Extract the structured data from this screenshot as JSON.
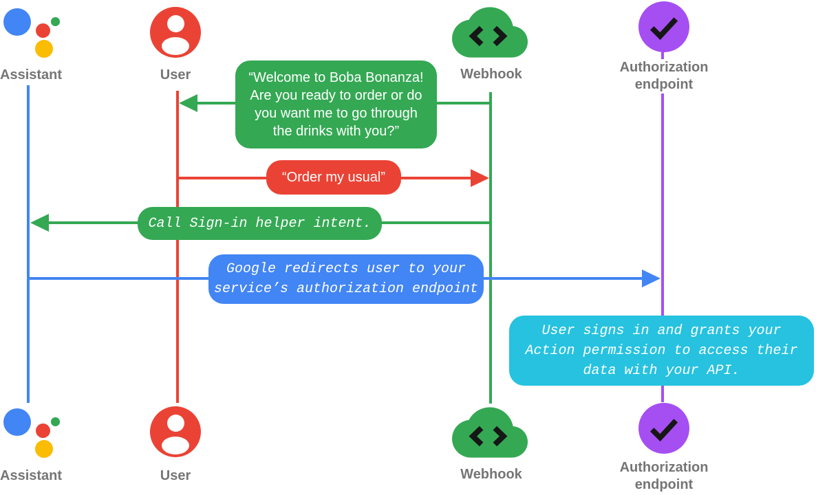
{
  "diagram_type": "sequence-diagram",
  "actors": [
    {
      "id": "assistant",
      "label": "Assistant",
      "color": "#4285F4",
      "icon": "google-assistant-logo"
    },
    {
      "id": "user",
      "label": "User",
      "color": "#EA4335",
      "icon": "person-circle"
    },
    {
      "id": "webhook",
      "label": "Webhook",
      "color": "#34A853",
      "icon": "cloud-code"
    },
    {
      "id": "auth",
      "label": "Authorization\nendpoint",
      "color": "#A54FF2",
      "icon": "check-circle"
    }
  ],
  "messages": [
    {
      "from": "webhook",
      "to": "user",
      "color": "#34A853",
      "style": "speech",
      "text": "“Welcome to Boba Bonanza!\nAre you ready to order or do\nyou want me to go through\nthe drinks with you?”"
    },
    {
      "from": "user",
      "to": "webhook",
      "color": "#EA4335",
      "style": "speech",
      "text": "“Order my usual”"
    },
    {
      "from": "webhook",
      "to": "assistant",
      "color": "#34A853",
      "style": "code",
      "text": "Call Sign-in helper intent."
    },
    {
      "from": "assistant",
      "to": "auth",
      "color": "#4285F4",
      "style": "code",
      "text": "Google redirects user to your\nservice’s authorization endpoint"
    },
    {
      "at": "auth",
      "color": "#26C2E0",
      "style": "code",
      "note": true,
      "text": "User signs in and grants your\nAction permission to access their\ndata with your API."
    }
  ],
  "colors": {
    "blue": "#4285F4",
    "red": "#EA4335",
    "green": "#34A853",
    "yellow": "#FBBC04",
    "purple": "#A54FF2",
    "cyan": "#26C2E0",
    "label": "#757575",
    "ink": "#161616",
    "bg": "#ffffff"
  }
}
